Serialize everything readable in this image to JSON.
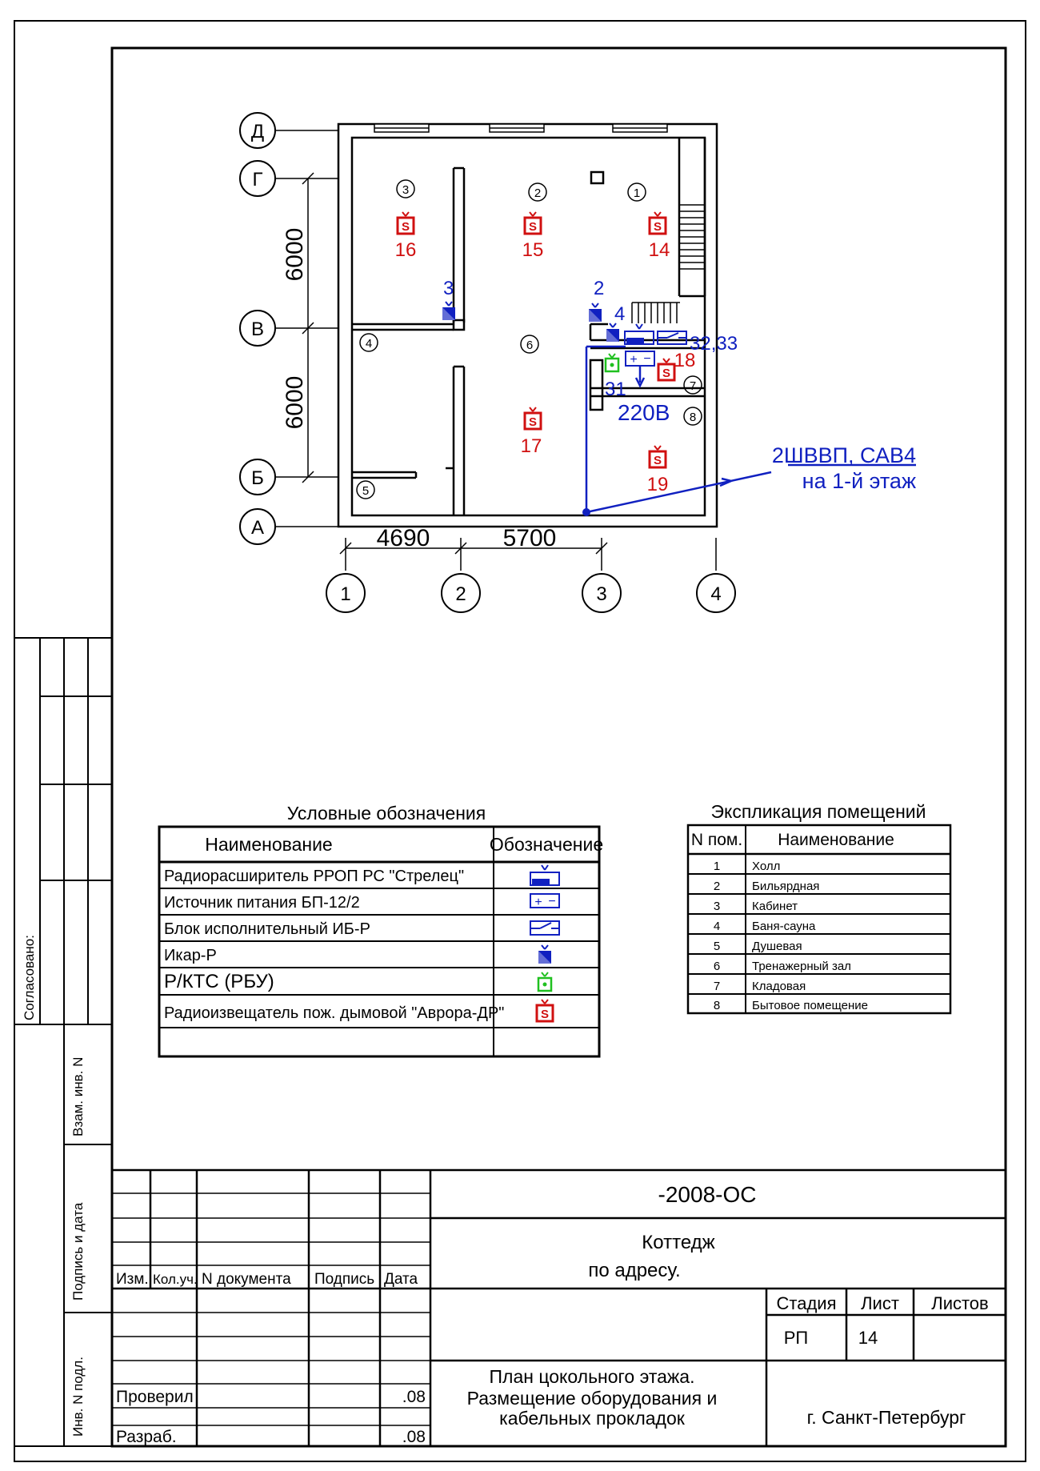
{
  "frame": {
    "side_label": "Согласовано:",
    "side_stamps": [
      "Взам. инв. N",
      "Подпись и дата",
      "Инв. N подл."
    ]
  },
  "plan": {
    "axes_rows": [
      "Д",
      "Г",
      "В",
      "Б",
      "А"
    ],
    "axes_cols": [
      "1",
      "2",
      "3",
      "4"
    ],
    "dims_vertical": [
      "6000",
      "6000"
    ],
    "dims_horizontal": [
      "4690",
      "5700"
    ],
    "rooms": [
      "1",
      "2",
      "3",
      "4",
      "5",
      "6",
      "7",
      "8"
    ],
    "detectors": [
      "14",
      "15",
      "16",
      "17",
      "18",
      "19"
    ],
    "equipment_labels": [
      "2",
      "3",
      "4",
      "32,33",
      "31",
      "220В"
    ],
    "cable": {
      "line1": "2ШВВП, САВ4",
      "line2": "на 1-й этаж"
    },
    "colors": {
      "red": "#d01010",
      "blue": "#1020c0",
      "green": "#20c020"
    }
  },
  "legend": {
    "title": "Условные обозначения",
    "col_name": "Наименование",
    "col_symbol": "Обозначение",
    "rows": [
      {
        "name": "Радиорасширитель РРОП  РС \"Стрелец\"",
        "icon": "radio-extender-icon"
      },
      {
        "name": "Источник питания  БП-12/2",
        "icon": "power-supply-icon"
      },
      {
        "name": "Блок исполнительный ИБ-Р",
        "icon": "relay-block-icon"
      },
      {
        "name": "Икар-Р",
        "icon": "ikar-icon"
      },
      {
        "name": "Р/КТС (РБУ)",
        "icon": "panic-button-icon"
      },
      {
        "name": "Радиоизвещатель пож. дымовой \"Аврора-ДР\"",
        "icon": "smoke-detector-icon"
      }
    ]
  },
  "explication": {
    "title": "Экспликация помещений",
    "col_num": "N пом.",
    "col_name": "Наименование",
    "rows": [
      {
        "num": "1",
        "name": "Холл"
      },
      {
        "num": "2",
        "name": "Бильярдная"
      },
      {
        "num": "3",
        "name": "Кабинет"
      },
      {
        "num": "4",
        "name": "Баня-сауна"
      },
      {
        "num": "5",
        "name": "Душевая"
      },
      {
        "num": "6",
        "name": "Тренажерный зал"
      },
      {
        "num": "7",
        "name": "Кладовая"
      },
      {
        "num": "8",
        "name": "Бытовое помещение"
      }
    ]
  },
  "title_block": {
    "code": "-2008-ОС",
    "object_line1": "Коттедж",
    "object_line2": "по адресу.",
    "hdr_izm": "Изм.",
    "hdr_kol": "Кол.уч.",
    "hdr_doc": "N документа",
    "hdr_sign": "Подпись",
    "hdr_date": "Дата",
    "role_check": "Проверил",
    "role_dev": "Разраб.",
    "date_check": ".08",
    "date_dev": ".08",
    "stage_label": "Стадия",
    "sheet_label": "Лист",
    "sheets_label": "Листов",
    "stage": "РП",
    "sheet": "14",
    "sheets": "",
    "title_line1": "План цокольного этажа.",
    "title_line2": "Размещение оборудования и",
    "title_line3": "кабельных прокладок",
    "city": "г. Санкт-Петербург"
  }
}
